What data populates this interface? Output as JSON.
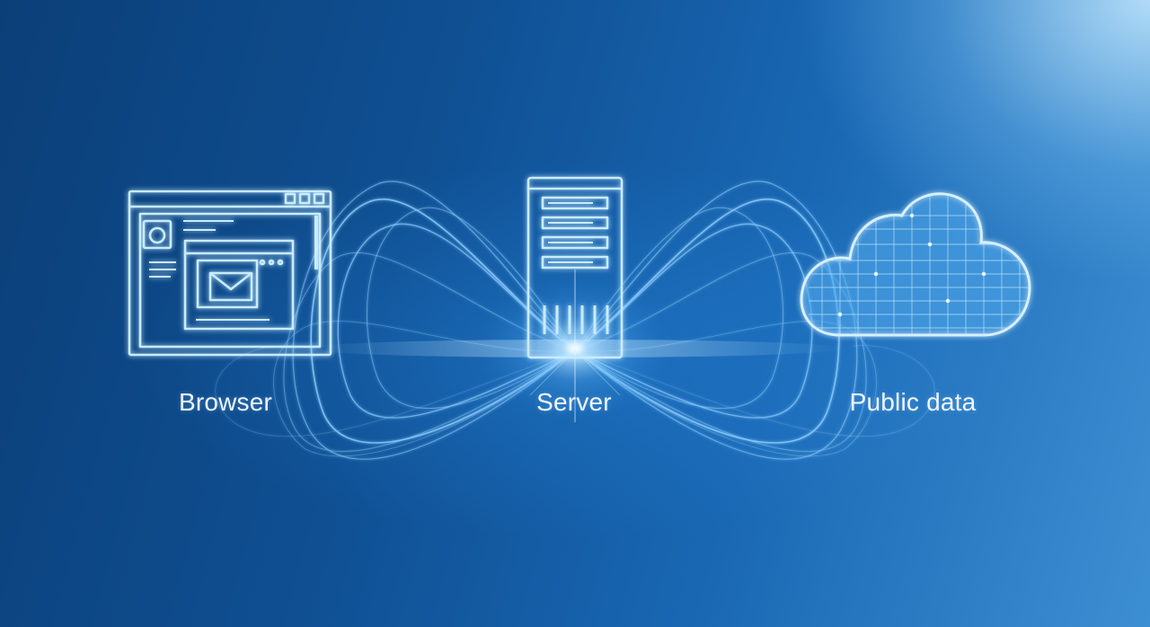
{
  "nodes": [
    {
      "id": "browser",
      "label": "Browser",
      "icon": "browser-window-icon"
    },
    {
      "id": "server",
      "label": "Server",
      "icon": "server-tower-icon"
    },
    {
      "id": "public-data",
      "label": "Public data",
      "icon": "cloud-icon"
    }
  ],
  "colors": {
    "background_dark": "#0b3f78",
    "background_light": "#3d8fd3",
    "glow": "#bfe6ff",
    "label": "#eef6ff"
  }
}
